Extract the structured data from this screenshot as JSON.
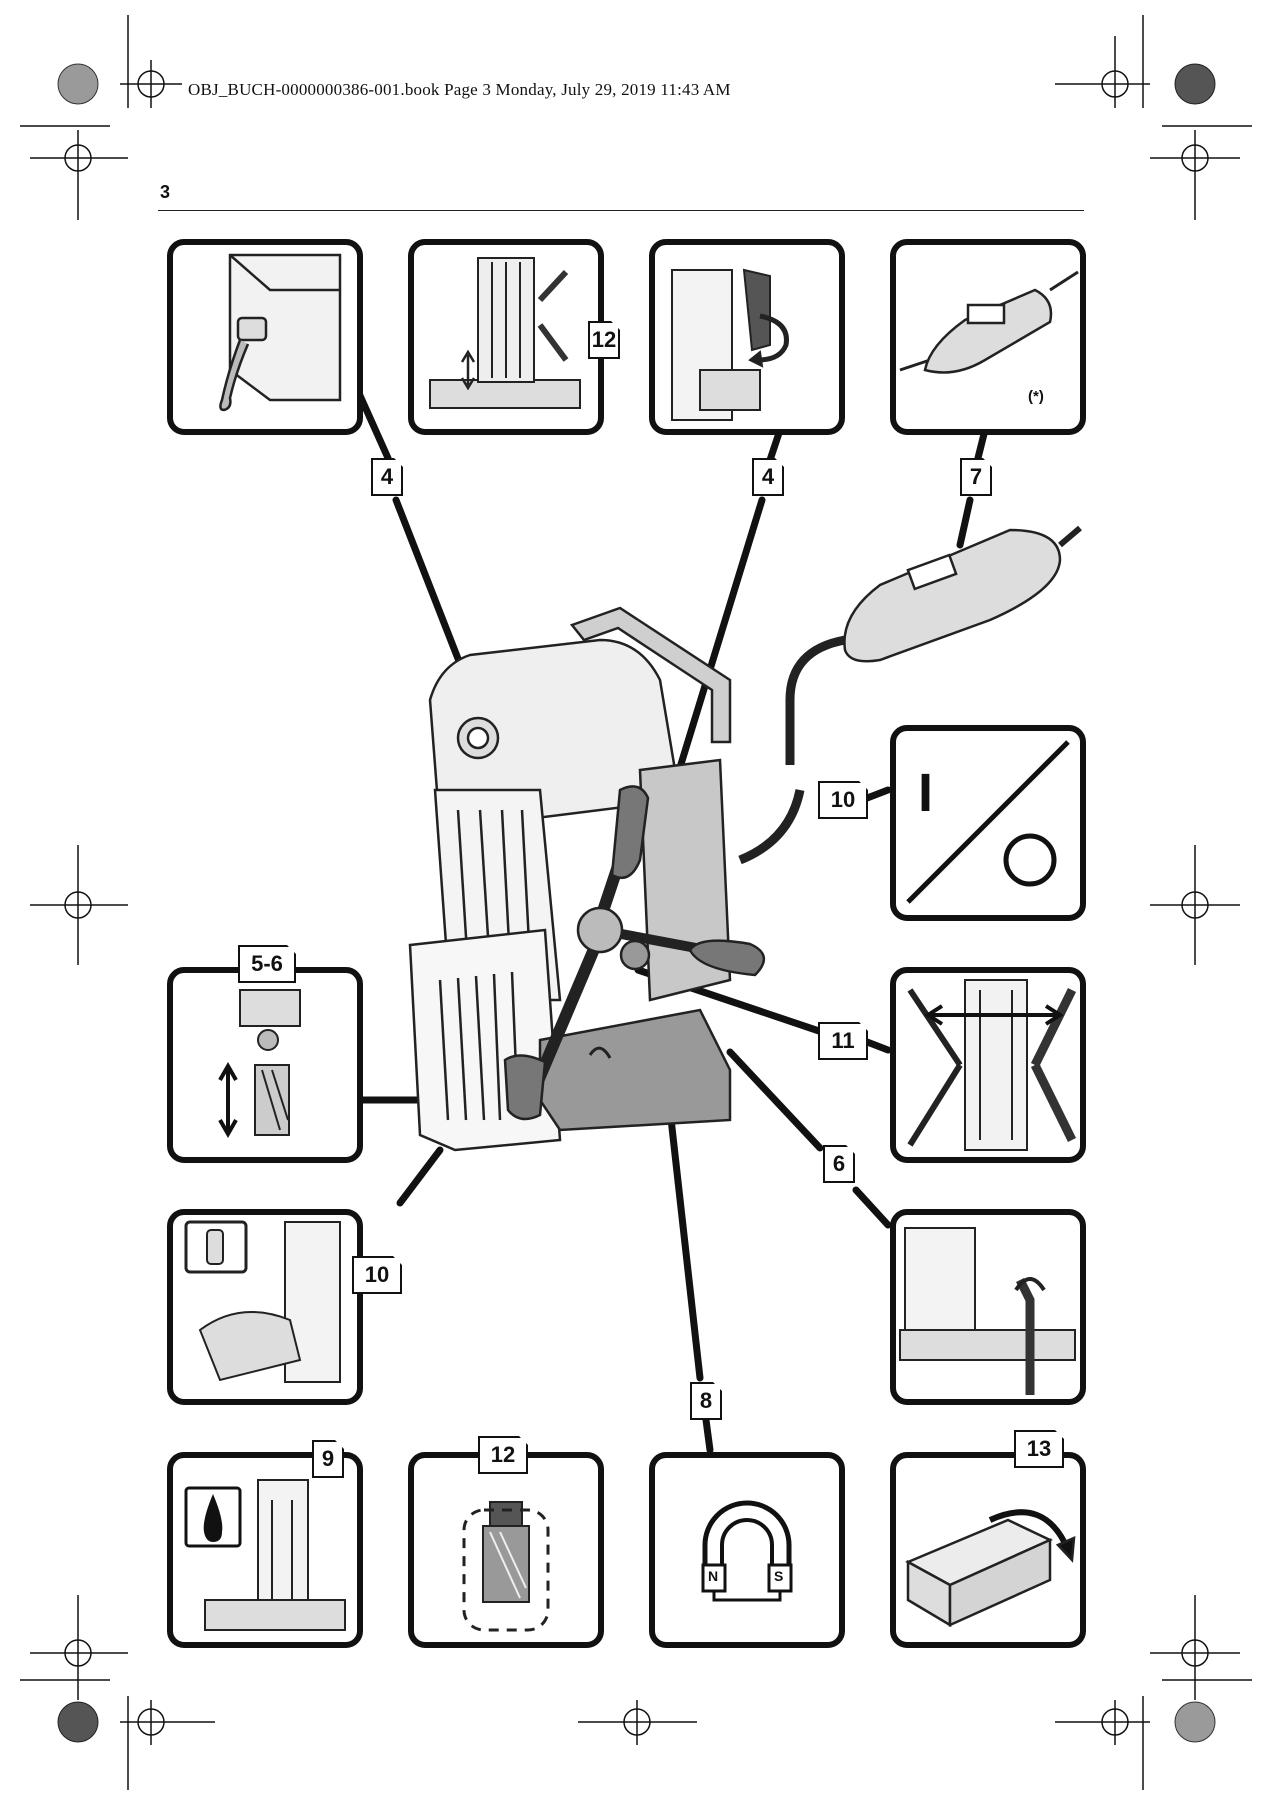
{
  "header": {
    "file_line": "OBJ_BUCH-0000000386-001.book  Page 3  Monday, July 29, 2019  11:43 AM",
    "page_number": "3"
  },
  "labels": {
    "top_left": "4",
    "top_second": "12",
    "top_third": "4",
    "top_right": "7",
    "switch_panel": "10",
    "handle_panel": "11",
    "belt_panel": "6",
    "cutter_panel": "5-6",
    "coolant_panel": "10",
    "magnet_callout": "8",
    "oil_panel": "9",
    "cutter_bottom_panel": "12",
    "case_panel": "13",
    "accessory_note": "(*)"
  },
  "symbols": {
    "switch_on": "I",
    "switch_off": "O",
    "magnet_north": "N",
    "magnet_south": "S"
  }
}
